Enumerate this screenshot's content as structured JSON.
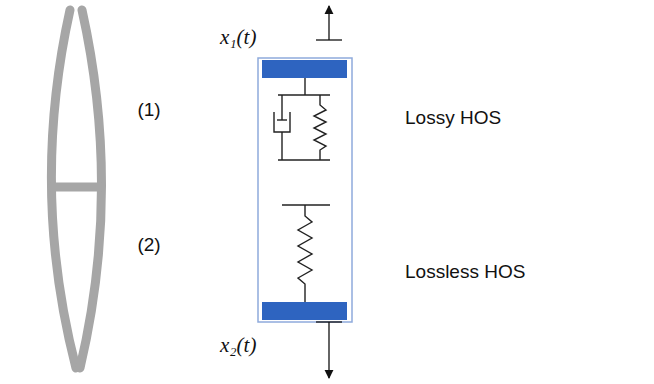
{
  "diagram": {
    "labels": [
      "x₁(t)",
      "(1)",
      "Lossy HOS",
      "(2)",
      "Lossless HOS",
      "x₂(t)"
    ]
  }
}
